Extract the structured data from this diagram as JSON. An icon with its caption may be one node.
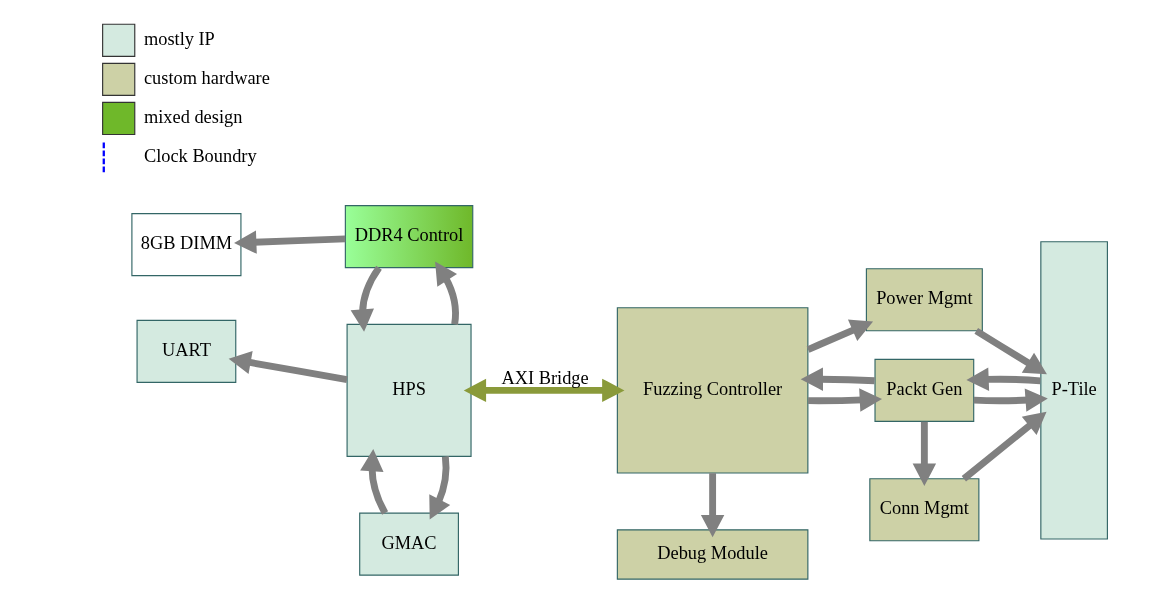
{
  "diagram": {
    "nodes": [
      {
        "text": [
          "GMAC"
        ]
      },
      {
        "text": [
          "UART"
        ]
      },
      {
        "text": [
          "HPS"
        ]
      },
      {
        "text": [
          "8GB DIMM"
        ]
      },
      {
        "text": [
          "DDR4 Control"
        ]
      },
      {
        "text": [
          "Fuzzing Controller"
        ]
      },
      {
        "text": [
          "Debug Module"
        ]
      },
      {
        "text": [
          "Power Mgmt"
        ]
      },
      {
        "text": [
          "Packt Gen"
        ]
      },
      {
        "text": [
          "Conn Mgmt"
        ]
      },
      {
        "text": [
          "P-Tile"
        ]
      }
    ],
    "edges": [
      {
        "from": 2,
        "to": 0,
        "arrow": "to"
      },
      {
        "from": 0,
        "to": 2,
        "arrow": "to"
      },
      {
        "from": 2,
        "to": 1,
        "arrow": "to"
      },
      {
        "from": 2,
        "to": 4,
        "arrow": "to"
      },
      {
        "from": 4,
        "to": 2,
        "arrow": "to"
      },
      {
        "from": 4,
        "to": 3,
        "arrow": "to"
      },
      {
        "from": 2,
        "to": 5,
        "arrow": "both",
        "label": "AXI Bridge",
        "color": "#8a9a3a"
      },
      {
        "from": 5,
        "to": 7,
        "arrow": "to"
      },
      {
        "from": 8,
        "to": 5,
        "arrow": "to"
      },
      {
        "from": 5,
        "to": 8,
        "arrow": "to"
      },
      {
        "from": 5,
        "to": 6,
        "arrow": "to"
      },
      {
        "from": 7,
        "to": 10,
        "arrow": "to"
      },
      {
        "from": 8,
        "to": 10,
        "arrow": "to"
      },
      {
        "from": 10,
        "to": 8,
        "arrow": "to"
      },
      {
        "from": 8,
        "to": 9,
        "arrow": "to"
      },
      {
        "from": 9,
        "to": 10,
        "arrow": "to"
      }
    ],
    "legend": [
      {
        "text": "mostly IP",
        "color": "#d4eae0"
      },
      {
        "text": "custom hardware",
        "color": "#cdd1a6"
      },
      {
        "text": "mixed design",
        "color": "#6fb82a"
      },
      {
        "text": "Clock Boundry"
      }
    ]
  }
}
